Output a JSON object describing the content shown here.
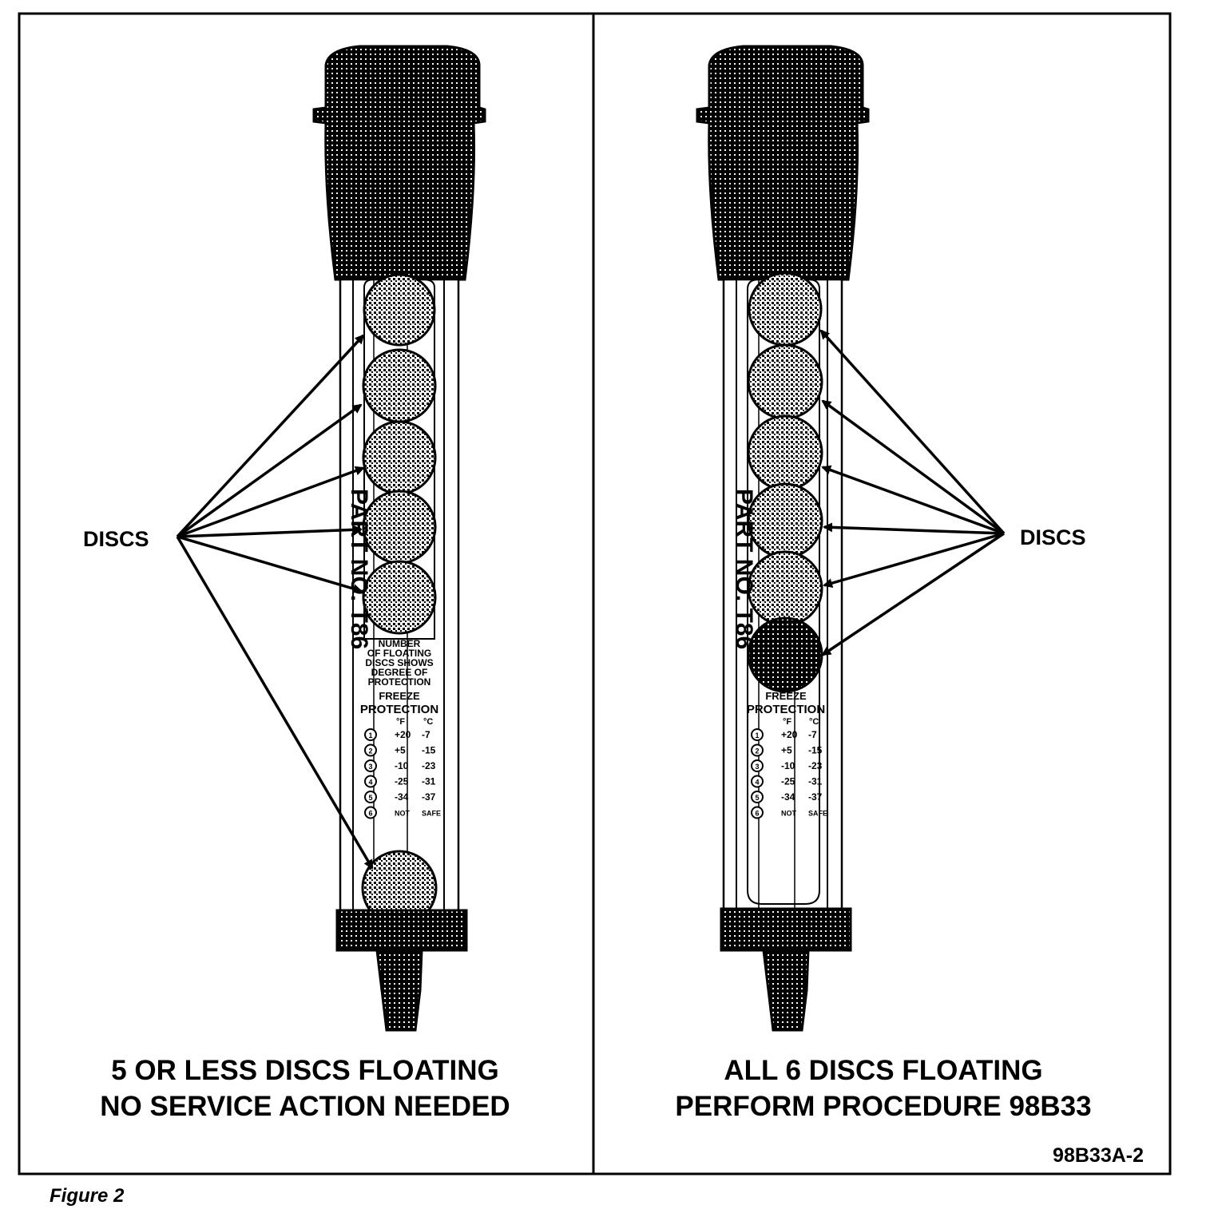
{
  "figure_caption": "Figure 2",
  "figure_code": "98B33A-2",
  "left_panel": {
    "callout": "DISCS",
    "line1": "5 OR LESS DISCS FLOATING",
    "line2": "NO SERVICE ACTION NEEDED"
  },
  "right_panel": {
    "callout": "DISCS",
    "line1": "ALL 6 DISCS FLOATING",
    "line2": "PERFORM PROCEDURE 98B33"
  },
  "tester": {
    "part_number": "PART NO. T86",
    "instruction": [
      "NUMBER",
      "OF FLOATING",
      "DISCS SHOWS",
      "DEGREE OF",
      "PROTECTION"
    ],
    "table_title": [
      "FREEZE",
      "PROTECTION"
    ],
    "unit_f": "°F",
    "unit_c": "°C",
    "rows": [
      {
        "disc": "1",
        "f": "+20",
        "c": "-7"
      },
      {
        "disc": "2",
        "f": "+5",
        "c": "-15"
      },
      {
        "disc": "3",
        "f": "-10",
        "c": "-23"
      },
      {
        "disc": "4",
        "f": "-25",
        "c": "-31"
      },
      {
        "disc": "5",
        "f": "-34",
        "c": "-37"
      },
      {
        "disc": "6",
        "f": "NOT",
        "c": "SAFE"
      }
    ]
  }
}
